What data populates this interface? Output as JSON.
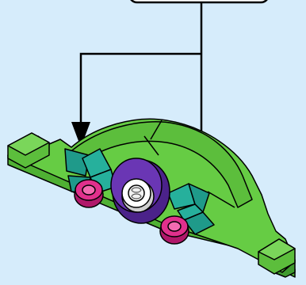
{
  "canvas": {
    "background_color": "#d6ecfb"
  },
  "callout": {
    "box_color": "#ffffff",
    "outline_color": "#000000",
    "arrow_count": 2,
    "arrow_color": "#000000"
  },
  "model": {
    "plate": {
      "name": "green-curved-arch-plate",
      "color": "#66cc44",
      "shade_color": "#3f9a2e",
      "studs": true
    },
    "center_piece": {
      "name": "purple-round-plate-with-white-stud",
      "color": "#5a2a9c",
      "accent_color": "#ffffff"
    },
    "flowers": [
      {
        "name": "left-flower",
        "petal_color": "#e0308c",
        "leaf_color": "#1f9a8a"
      },
      {
        "name": "right-flower",
        "petal_color": "#e0308c",
        "leaf_color": "#1f9a8a"
      }
    ],
    "leaves": {
      "left_cluster_color": "#1f9a8a",
      "right_cluster_color": "#1f9a8a"
    }
  }
}
